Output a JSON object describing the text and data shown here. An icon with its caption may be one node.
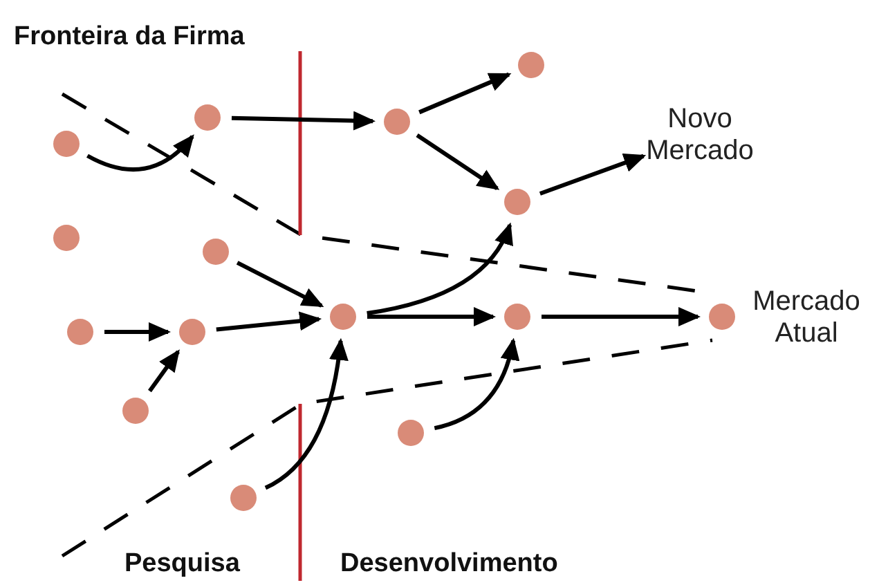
{
  "diagram": {
    "nodes": [
      {
        "text": [],
        "shape": "circle"
      },
      {
        "text": [],
        "shape": "circle"
      },
      {
        "text": [],
        "shape": "circle"
      },
      {
        "text": [],
        "shape": "circle"
      },
      {
        "text": [],
        "shape": "circle"
      },
      {
        "text": [],
        "shape": "circle"
      },
      {
        "text": [],
        "shape": "circle"
      },
      {
        "text": [],
        "shape": "circle"
      },
      {
        "text": [],
        "shape": "circle"
      },
      {
        "text": [],
        "shape": "circle"
      },
      {
        "text": [],
        "shape": "circle"
      },
      {
        "text": [],
        "shape": "circle"
      },
      {
        "text": [],
        "shape": "circle"
      },
      {
        "text": [],
        "shape": "circle"
      },
      {
        "text": [],
        "shape": "circle",
        "beside": [
          "Mercado Atual"
        ]
      },
      {
        "text": [
          "Novo Mercado"
        ]
      }
    ],
    "edges": [
      {
        "from": 0,
        "to": 1,
        "arrow": "to"
      },
      {
        "from": 1,
        "to": 9,
        "arrow": "to"
      },
      {
        "from": 9,
        "to": 10,
        "arrow": "to"
      },
      {
        "from": 9,
        "to": 11,
        "arrow": "to"
      },
      {
        "from": 11,
        "to": 15,
        "arrow": "to"
      },
      {
        "from": 3,
        "to": 8,
        "arrow": "to"
      },
      {
        "from": 4,
        "to": 5,
        "arrow": "to"
      },
      {
        "from": 6,
        "to": 5,
        "arrow": "to"
      },
      {
        "from": 5,
        "to": 8,
        "arrow": "to"
      },
      {
        "from": 7,
        "to": 8,
        "arrow": "to"
      },
      {
        "from": 8,
        "to": 11,
        "arrow": "to"
      },
      {
        "from": 8,
        "to": 12,
        "arrow": "to"
      },
      {
        "from": 13,
        "to": 12,
        "arrow": "to"
      },
      {
        "from": 12,
        "to": 14,
        "arrow": "to"
      }
    ],
    "labels": [
      "Fronteira da Firma",
      "Pesquisa",
      "Desenvolvimento"
    ]
  }
}
